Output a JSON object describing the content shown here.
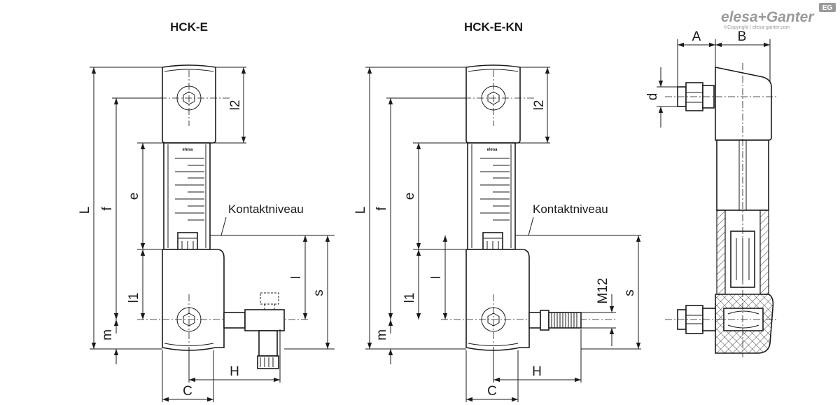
{
  "brand": {
    "name": "elesa+Ganter",
    "badge": "EG",
    "copyright": "©Copyright | elesa-ganter.com"
  },
  "views": [
    {
      "title": "HCK-E",
      "labels": {
        "L": "L",
        "f": "f",
        "e": "e",
        "l1": "l1",
        "m": "m",
        "l2": "l2",
        "l": "l",
        "s": "s",
        "H": "H",
        "C": "C"
      },
      "contact_level": "Kontaktniveau"
    },
    {
      "title": "HCK-E-KN",
      "labels": {
        "L": "L",
        "f": "f",
        "e": "e",
        "l1": "l1",
        "m": "m",
        "l2": "l2",
        "l": "l",
        "s": "s",
        "H": "H",
        "C": "C",
        "M12": "M12"
      },
      "contact_level": "Kontaktniveau"
    },
    {
      "title": "",
      "labels": {
        "A": "A",
        "B": "B",
        "d": "d"
      }
    }
  ]
}
